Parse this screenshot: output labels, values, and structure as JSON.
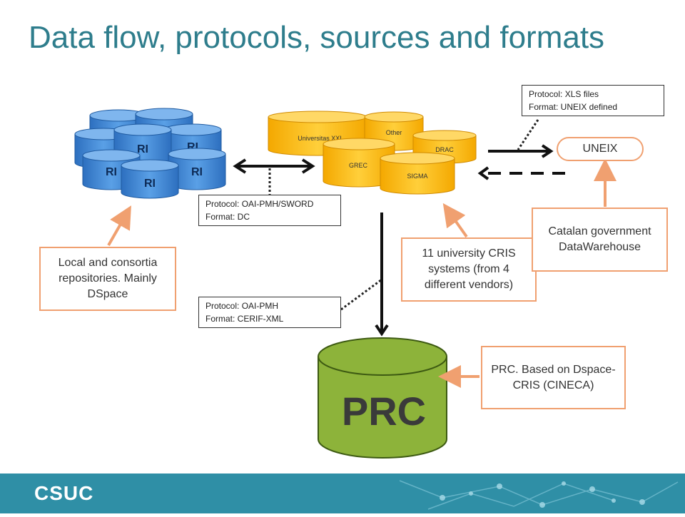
{
  "title": "Data flow, protocols, sources and formats",
  "ri_label": "RI",
  "cris_systems": [
    "Universitas XXI",
    "Other",
    "DRAC",
    "GREC",
    "SIGMA"
  ],
  "prc_label": "PRC",
  "uneix_label": "UNEIX",
  "notes": {
    "xls": [
      "Protocol: XLS files",
      "Format: UNEIX defined"
    ],
    "sword": [
      "Protocol: OAI-PMH/SWORD",
      "Format: DC"
    ],
    "cerif": [
      "Protocol: OAI-PMH",
      "Format: CERIF-XML"
    ]
  },
  "callouts": {
    "repositories": "Local and consortia repositories. Mainly DSpace",
    "cris": "11 university CRIS systems (from 4 different vendors)",
    "catalan": "Catalan government DataWarehouse",
    "prc": "PRC. Based on Dspace-CRIS (CINECA)"
  },
  "footer": {
    "logo": "CSUC"
  },
  "colors": {
    "title": "#2e7d8c",
    "ri": "#4a90d9",
    "cris": "#fbbf1a",
    "prc": "#8db33a",
    "callout_border": "#f0a070",
    "footer": "#2f8fa6"
  }
}
